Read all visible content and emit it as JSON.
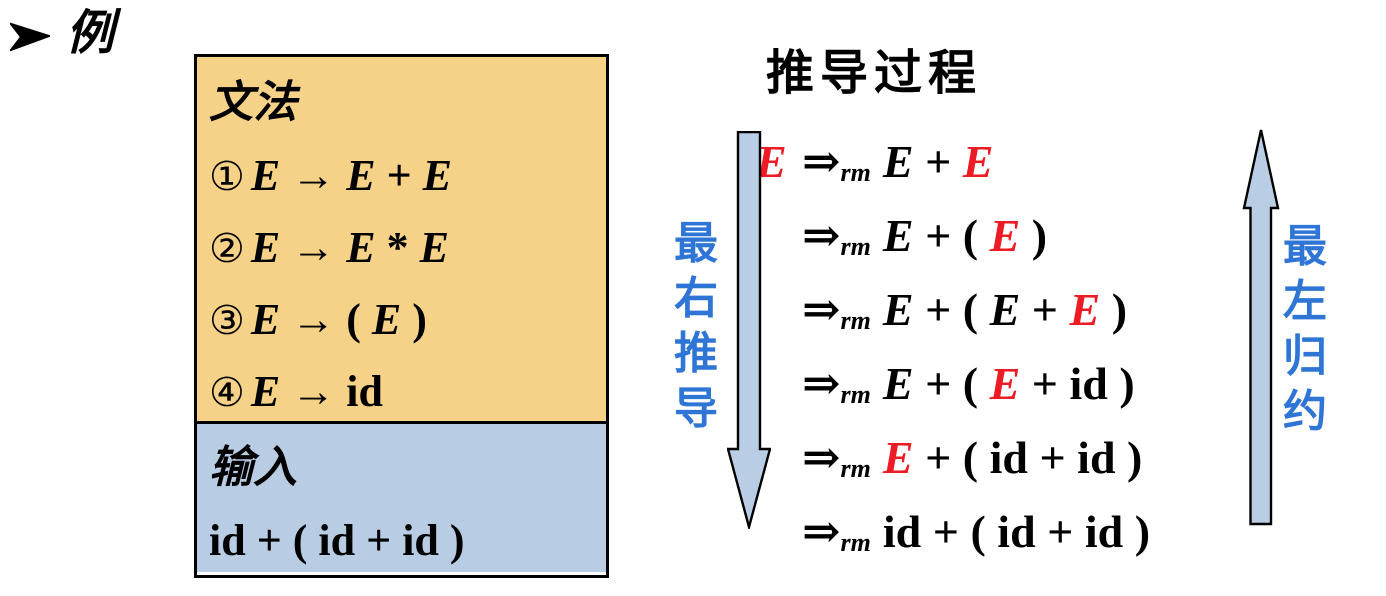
{
  "bullet": {
    "marker": "dart-right",
    "label": "例"
  },
  "grammar_box": {
    "title": "文法",
    "fill": "#F5D287",
    "rules": [
      {
        "num": "①",
        "body": "E → E + E"
      },
      {
        "num": "②",
        "body": "E → E * E"
      },
      {
        "num": "③",
        "body": "E → ( E )"
      },
      {
        "num": "④",
        "body": "E → id"
      }
    ],
    "input_title": "输入",
    "input_fill": "#B8CCE4",
    "input_value": "id + ( id + id )"
  },
  "derivation": {
    "title": "推导过程",
    "arrow_symbol": "⇒",
    "arrow_sub": "rm",
    "lines": [
      {
        "head": {
          "text": "E",
          "color": "red"
        },
        "segments": [
          {
            "text": "E + ",
            "color": "black"
          },
          {
            "text": "E",
            "color": "red"
          }
        ]
      },
      {
        "head": null,
        "segments": [
          {
            "text": "E + ( ",
            "color": "black"
          },
          {
            "text": "E",
            "color": "red"
          },
          {
            "text": " )",
            "color": "black"
          }
        ]
      },
      {
        "head": null,
        "segments": [
          {
            "text": "E + ( E + ",
            "color": "black"
          },
          {
            "text": "E",
            "color": "red"
          },
          {
            "text": " )",
            "color": "black"
          }
        ]
      },
      {
        "head": null,
        "segments": [
          {
            "text": "E + ( ",
            "color": "black"
          },
          {
            "text": "E",
            "color": "red"
          },
          {
            "text": " + id )",
            "color": "black"
          }
        ]
      },
      {
        "head": null,
        "segments": [
          {
            "text": "E",
            "color": "red"
          },
          {
            "text": " + ( id + id )",
            "color": "black"
          }
        ]
      },
      {
        "head": null,
        "segments": [
          {
            "text": "id + ( id + id )",
            "color": "black"
          }
        ]
      }
    ]
  },
  "annotations": {
    "left_arrow": {
      "direction": "down",
      "label": "最右推导",
      "fill": "#B9CDE5"
    },
    "right_arrow": {
      "direction": "up",
      "label": "最左归约",
      "fill": "#B9CDE5"
    },
    "label_color": "#2E75D6",
    "highlight_color": "#ED1C24"
  }
}
